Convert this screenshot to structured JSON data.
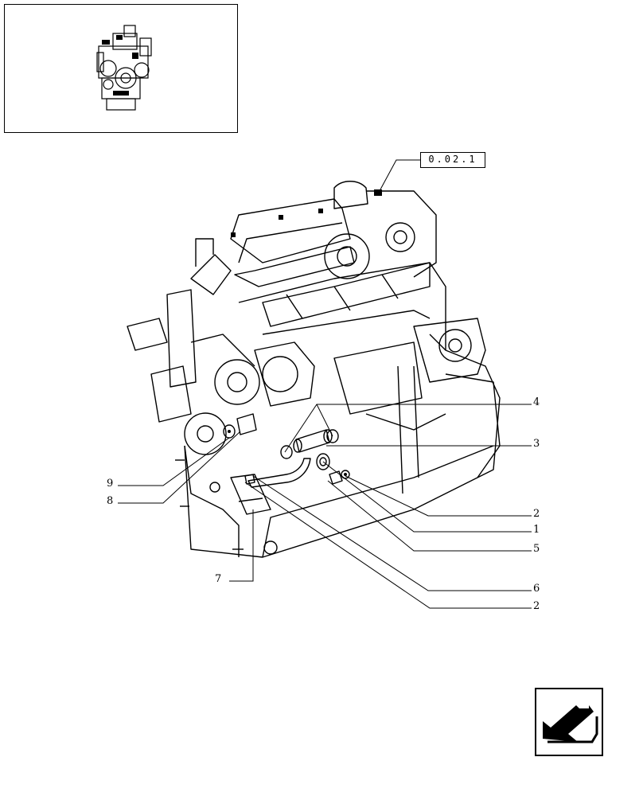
{
  "thumbnail": {
    "icon": "engine-thumbnail"
  },
  "reference": {
    "label": "0.02.1"
  },
  "callouts": {
    "c4": "4",
    "c3": "3",
    "c2a": "2",
    "c1": "1",
    "c5": "5",
    "c6": "6",
    "c2b": "2",
    "c9": "9",
    "c8": "8",
    "c7": "7"
  },
  "nav": {
    "icon": "back-arrow-icon"
  }
}
